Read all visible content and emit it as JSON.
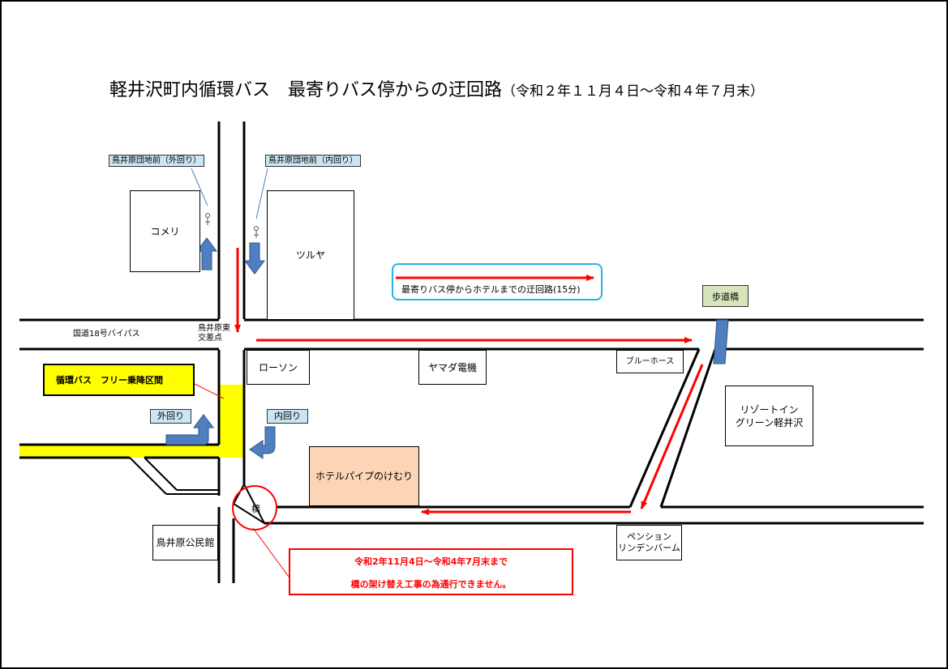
{
  "title": "軽井沢町内循環バス　最寄りバス停からの迂回路",
  "title_period": "（令和２年１１月４日～令和４年７月末）",
  "bus_stops": {
    "outer": "鳥井原団地前（外回り）",
    "inner": "鳥井原団地前（内回り）"
  },
  "legend_route": "最寄りバス停からホテルまでの迂回路(15分)",
  "buildings": {
    "komeri": "コメリ",
    "tsutaya": "ツルヤ",
    "lawson": "ローソン",
    "yamada": "ヤマダ電機",
    "bluehorse": "ブルーホース",
    "resort_l1": "リゾートイン",
    "resort_l2": "グリーン軽井沢",
    "hotel": "ホテルパイプのけむり",
    "pension_l1": "ペンション",
    "pension_l2": "リンデンバーム",
    "hall": "鳥井原公民館"
  },
  "labels": {
    "route18": "国道18号バイパス",
    "junction_l1": "鳥井原東",
    "junction_l2": "交差点",
    "footbridge": "歩道橋",
    "bridge": "橋",
    "free_section": "循環バス　フリー乗降区間",
    "outer_dir": "外回り",
    "inner_dir": "内回り"
  },
  "notice": {
    "line1": "令和2年11月4日～令和4年7月末まで",
    "line2": "橋の架け替え工事の為通行できません。"
  },
  "colors": {
    "route_arrow": "#ff0000",
    "bus_arrow": "#4f7fbf",
    "free_zone": "#ffff00",
    "stop_label_bg": "#c9e6f2",
    "legend_border": "#2ab0e6",
    "hotel_fill": "#fbd5b5",
    "footbridge_fill": "#d6e4bc"
  }
}
